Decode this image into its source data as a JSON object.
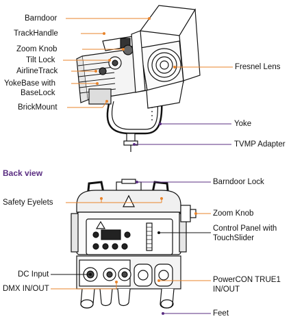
{
  "front_view": {
    "labels_left": {
      "barndoor": "Barndoor",
      "track_handle": "TrackHandle",
      "zoom_knob": "Zoom Knob",
      "tilt_lock": "Tilt Lock",
      "airline_track": "AirlineTrack",
      "yoke_base_1": "YokeBase with",
      "yoke_base_2": "BaseLock",
      "brick_mount": "BrickMount"
    },
    "labels_right": {
      "fresnel_lens": "Fresnel Lens",
      "yoke": "Yoke",
      "tvmp_adapter": "TVMP Adapter"
    }
  },
  "back_view": {
    "title": "Back view",
    "labels_left": {
      "safety_eyelets": "Safety Eyelets",
      "dc_input": "DC Input",
      "dmx": "DMX IN/OUT"
    },
    "labels_right": {
      "barndoor_lock": "Barndoor Lock",
      "zoom_knob": "Zoom Knob",
      "control_panel_1": "Control Panel with",
      "control_panel_2": "TouchSlider",
      "powercon_1": "PowerCON TRUE1",
      "powercon_2": "IN/OUT",
      "feet": "Feet"
    }
  },
  "colors": {
    "leader_orange": "#e8832a",
    "leader_purple": "#5a2d82",
    "line": "#111111"
  }
}
